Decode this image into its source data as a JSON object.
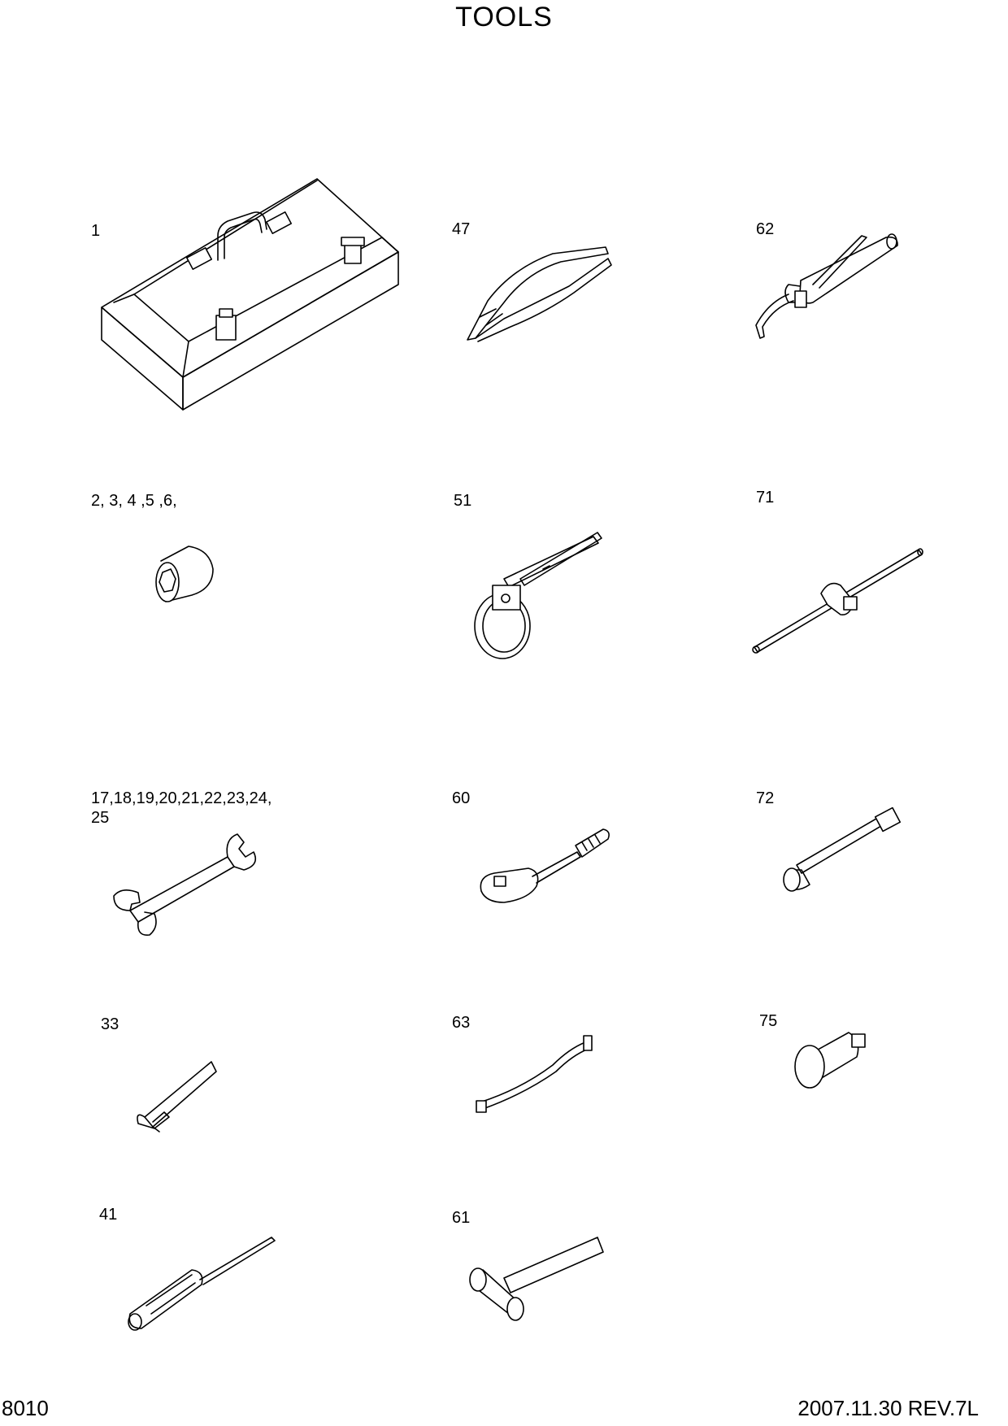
{
  "title": "TOOLS",
  "parts": [
    {
      "id": "tool-box",
      "label": "1",
      "icon": "toolbox-icon"
    },
    {
      "id": "pliers",
      "label": "47",
      "icon": "pliers-icon"
    },
    {
      "id": "grease-gun",
      "label": "62",
      "icon": "grease-gun-icon"
    },
    {
      "id": "socket",
      "label": "2, 3, 4 ,5 ,6,",
      "icon": "socket-icon"
    },
    {
      "id": "filter-wrench",
      "label": "51",
      "icon": "filter-wrench-icon"
    },
    {
      "id": "t-handle",
      "label": "71",
      "icon": "t-handle-icon"
    },
    {
      "id": "spanner",
      "label": "17,18,19,20,21,22,23,24,\n25",
      "icon": "spanner-icon"
    },
    {
      "id": "ratchet",
      "label": "60",
      "icon": "ratchet-icon"
    },
    {
      "id": "box-wrench",
      "label": "72",
      "icon": "box-wrench-icon"
    },
    {
      "id": "hex-key",
      "label": "33",
      "icon": "hex-key-icon"
    },
    {
      "id": "grease-hose",
      "label": "63",
      "icon": "grease-hose-icon"
    },
    {
      "id": "adapter",
      "label": "75",
      "icon": "adapter-icon"
    },
    {
      "id": "screwdriver",
      "label": "41",
      "icon": "screwdriver-icon"
    },
    {
      "id": "hammer",
      "label": "61",
      "icon": "hammer-icon"
    }
  ],
  "footer": {
    "page_number": "8010",
    "revision": "2007.11.30 REV.7L"
  }
}
